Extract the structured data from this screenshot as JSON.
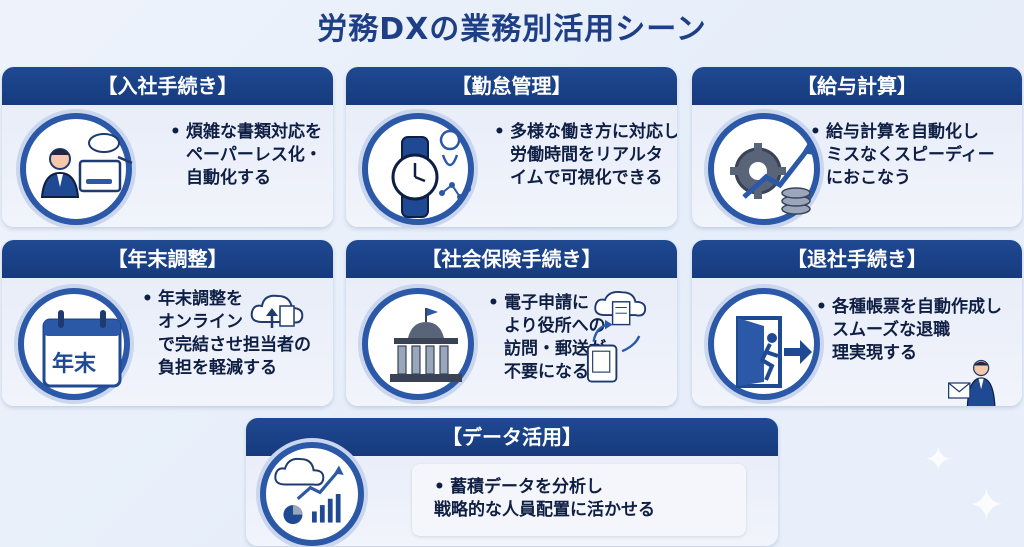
{
  "title": "労務DXの業務別活用シーン",
  "cards": [
    {
      "id": "nyusha",
      "header": "【入社手続き】",
      "lines": [
        "煩雑な書類対応を",
        "ペーパーレス化・",
        "自動化する"
      ]
    },
    {
      "id": "kintai",
      "header": "【勤怠管理】",
      "lines": [
        "多様な働き方に対応し",
        "労働時間をリアルタ",
        "イムで可視化できる"
      ]
    },
    {
      "id": "kyuyo",
      "header": "【給与計算】",
      "lines": [
        "給与計算を自動化し",
        "ミスなくスピーディー",
        "におこなう"
      ]
    },
    {
      "id": "nenmatsu",
      "header": "【年末調整】",
      "lines": [
        "年末調整を",
        "オンライン",
        "で完結させ担当者の",
        "負担を軽減する"
      ],
      "icon_text": "年末"
    },
    {
      "id": "shakai",
      "header": "【社会保険手続き】",
      "lines": [
        "電子申請に",
        "より役所への",
        "訪問・郵送が",
        "不要になる"
      ]
    },
    {
      "id": "taisha",
      "header": "【退社手続き】",
      "lines": [
        "各種帳票を自動作成し",
        "スムーズな退職",
        "理実現する"
      ]
    },
    {
      "id": "data",
      "header": "【データ活用】",
      "lines": [
        "蓄積データを分析し",
        "戦略的な人員配置に活かせる"
      ]
    }
  ],
  "icons": {
    "nyusha": "employee-paperless-icon",
    "kintai": "watch-location-icon",
    "kyuyo": "gear-chart-coins-icon",
    "nenmatsu": "calendar-icon",
    "shakai": "government-building-icon",
    "taisha": "exit-door-icon",
    "data": "cloud-analytics-icon"
  },
  "colors": {
    "primary": "#1f4992",
    "accent": "#2c58a8",
    "title": "#1e3f86"
  }
}
